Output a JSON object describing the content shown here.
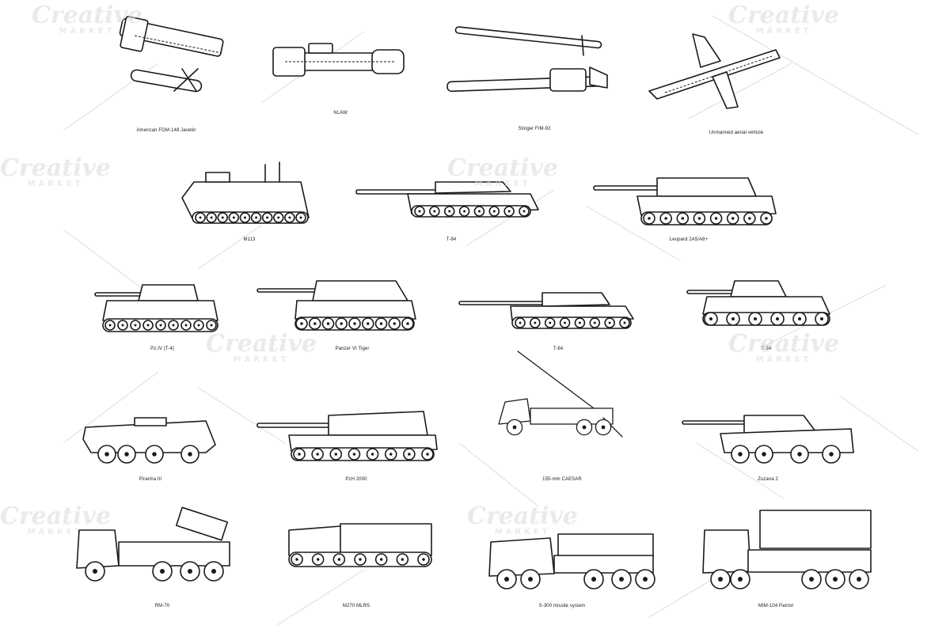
{
  "items": [
    {
      "caption": "American FGM-148 Javelin",
      "art": "javelin"
    },
    {
      "caption": "NLAW",
      "art": "nlaw"
    },
    {
      "caption": "Stinger FIM-92",
      "art": "stinger"
    },
    {
      "caption": "Unmanned aerial vehicle",
      "art": "uav"
    },
    {
      "caption": "M113",
      "art": "apc"
    },
    {
      "caption": "T-84",
      "art": "tank"
    },
    {
      "caption": "Leopard 2A5/A6+",
      "art": "tank"
    },
    {
      "caption": "Pz.IV (T-4)",
      "art": "tank_old"
    },
    {
      "caption": "Panzer VI Tiger",
      "art": "tank_old"
    },
    {
      "caption": "T-64",
      "art": "tank"
    },
    {
      "caption": "T-34",
      "art": "tank_old"
    },
    {
      "caption": "Piranha III",
      "art": "wheeled"
    },
    {
      "caption": "PzH 2000",
      "art": "spg"
    },
    {
      "caption": "155-mm CAESAR",
      "art": "caesar"
    },
    {
      "caption": "Zuzana 2",
      "art": "wheeled_gun"
    },
    {
      "caption": "RM-70",
      "art": "rocket_truck"
    },
    {
      "caption": "M270 MLRS",
      "art": "mlrs"
    },
    {
      "caption": "S-300 missile system",
      "art": "s300"
    },
    {
      "caption": "MIM-104 Patriot",
      "art": "patriot"
    }
  ],
  "watermark": {
    "word": "Creative",
    "sub": "MARKET"
  },
  "colors": {
    "line": "#1a1a1a",
    "background": "#ffffff",
    "watermark": "#d9d9d9"
  }
}
